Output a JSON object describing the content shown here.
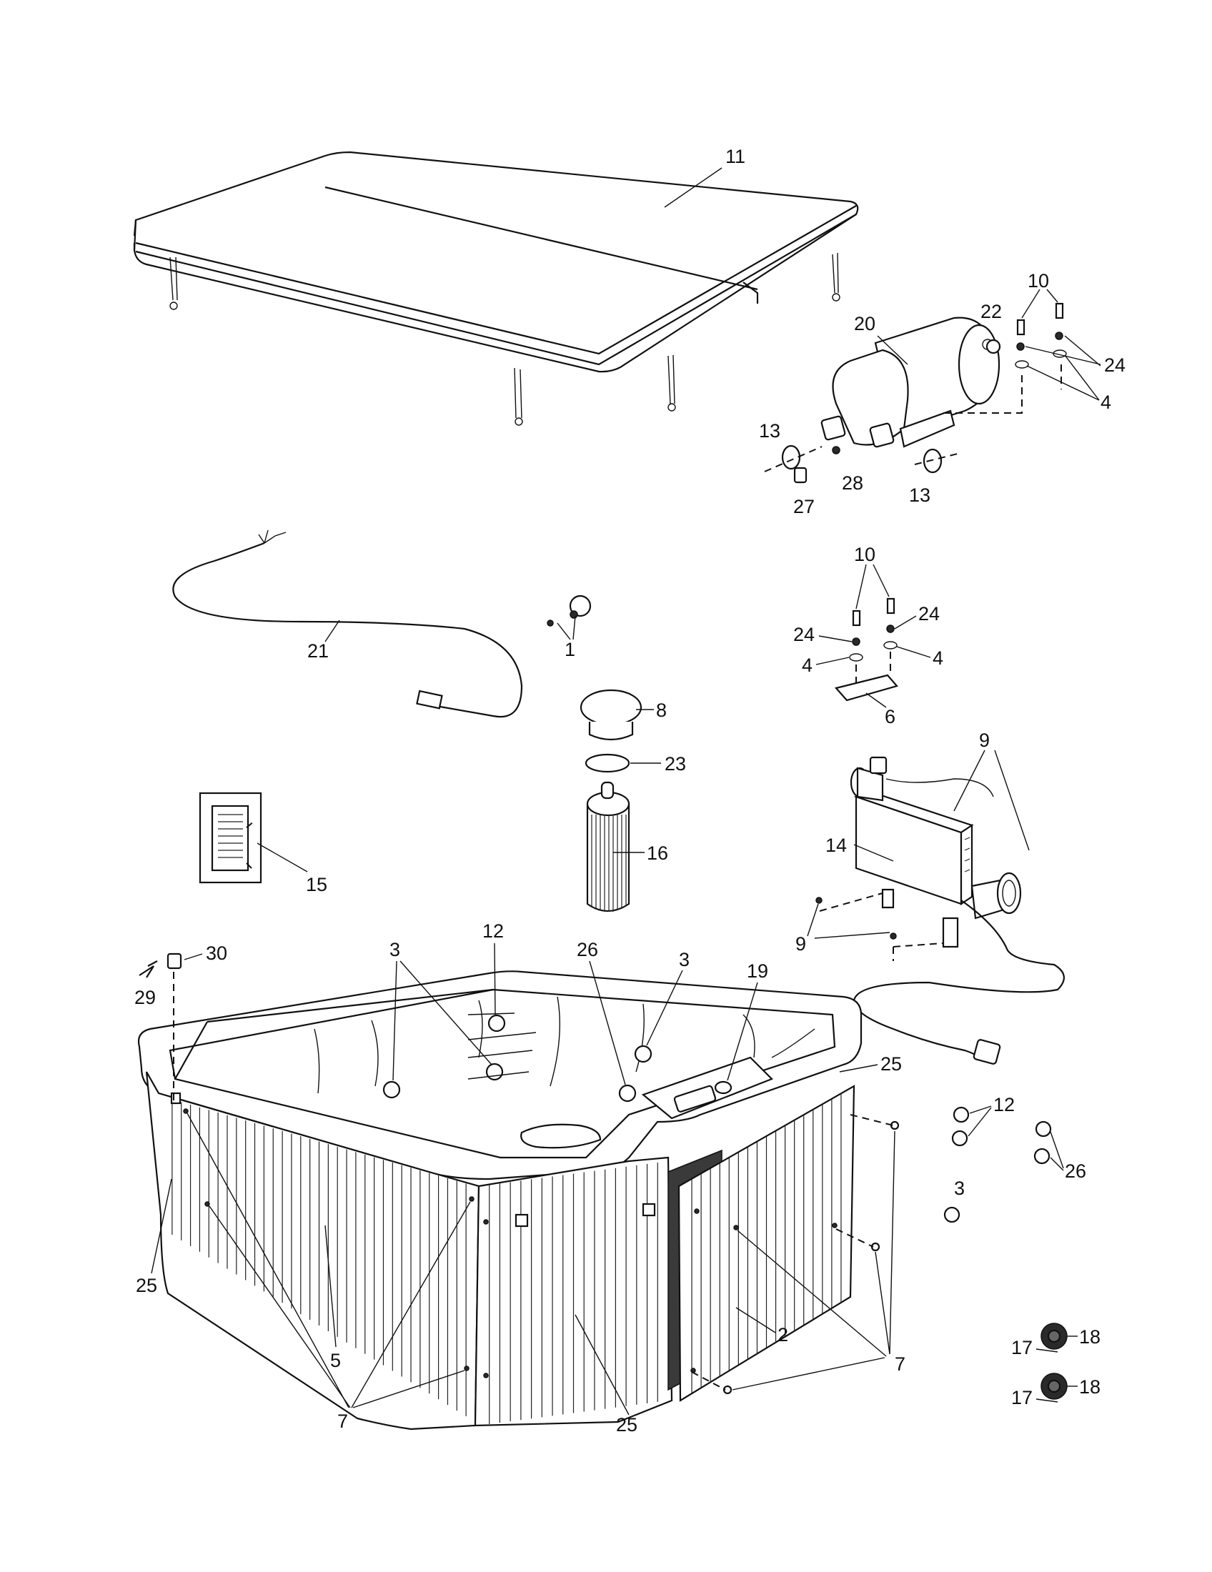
{
  "callouts": {
    "c1": "1",
    "c2": "2",
    "c3a": "3",
    "c3b": "3",
    "c3c": "3",
    "c4a": "4",
    "c4b": "4",
    "c4c": "4",
    "c5": "5",
    "c6": "6",
    "c7a": "7",
    "c7b": "7",
    "c8": "8",
    "c9a": "9",
    "c9b": "9",
    "c10a": "10",
    "c10b": "10",
    "c11": "11",
    "c12a": "12",
    "c12b": "12",
    "c13a": "13",
    "c13b": "13",
    "c14": "14",
    "c15": "15",
    "c16": "16",
    "c17a": "17",
    "c17b": "17",
    "c18a": "18",
    "c18b": "18",
    "c19": "19",
    "c20": "20",
    "c21": "21",
    "c22": "22",
    "c23": "23",
    "c24a": "24",
    "c24b": "24",
    "c24c": "24",
    "c25a": "25",
    "c25b": "25",
    "c25c": "25",
    "c26a": "26",
    "c26b": "26",
    "c27": "27",
    "c28": "28",
    "c29": "29",
    "c30": "30"
  }
}
